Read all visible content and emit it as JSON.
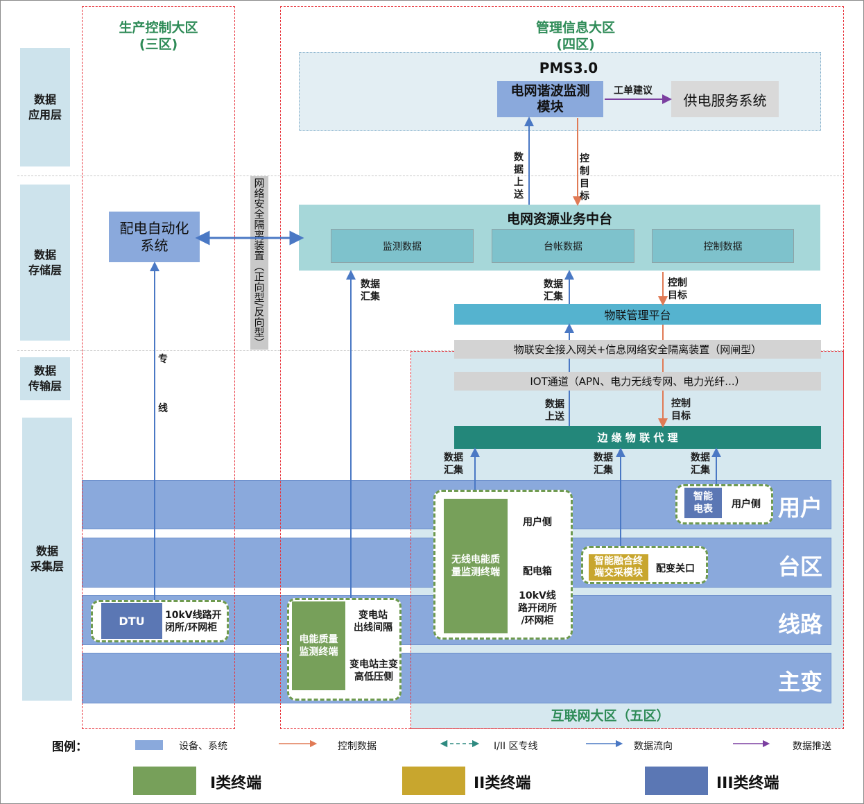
{
  "zones": {
    "production": "生产控制大区\n(三区)",
    "management": "管理信息大区\n(四区)",
    "internet": "互联网大区（五区）"
  },
  "layers": {
    "application": "数据\n应用层",
    "storage": "数据\n存储层",
    "transport": "数据\n传输层",
    "collection": "数据\n采集层"
  },
  "pms": {
    "title": "PMS3.0",
    "module": "电网谐波监测\n模块",
    "service": "供电服务系统",
    "work_order": "工单建议"
  },
  "links": {
    "data_upload": "数\n据\n上\n送",
    "control_target_v": "控\n制\n目\n标",
    "data_collect": "数据\n汇集",
    "control_target": "控制\n目标",
    "data_upload_h": "数据\n上送",
    "dedicated_line_1": "专",
    "dedicated_line_2": "线"
  },
  "platform": {
    "title": "电网资源业务中台",
    "monitor": "监测数据",
    "ledger": "台帐数据",
    "control": "控制数据",
    "iot_mgmt": "物联管理平台",
    "gateway": "物联安全接入网关+信息网络安全隔离装置（网闸型）",
    "iot_channel": "IOT通道（APN、电力无线专网、电力光纤...）",
    "edge_agent": "边 缘 物 联 代 理"
  },
  "isolation": "网络安全隔离装置（正向型/反向型）",
  "automation": "配电自动化\n系统",
  "bands": {
    "user": "用户",
    "area": "台区",
    "line": "线路",
    "transformer": "主变"
  },
  "terminals": {
    "dtu": "DTU",
    "dtu_desc": "10kV线路开\n闭所/环网柜",
    "pq": "电能质量\n监测终端",
    "pq_desc1": "变电站\n出线间隔",
    "pq_desc2": "变电站主变\n高低压侧",
    "wireless": "无线电能质\n量监测终端",
    "wireless_d1": "用户侧",
    "wireless_d2": "配电箱",
    "wireless_d3": "10kV线\n路开闭所\n/环网柜",
    "fusion": "智能融合终\n端交采模块",
    "fusion_desc": "配变关口",
    "meter": "智能\n电表",
    "meter_desc": "用户侧"
  },
  "legend": {
    "title": "图例：",
    "device": "设备、系统",
    "control": "控制数据",
    "dedicated": "I/II 区专线",
    "flow": "数据流向",
    "push": "数据推送",
    "class1": "I类终端",
    "class2": "II类终端",
    "class3": "III类终端"
  },
  "colors": {
    "zone_border": "#e8333b",
    "zone_title": "#2e8b57",
    "flow_arrow": "#4a78c4",
    "control_arrow": "#e07a55",
    "push_arrow": "#7b3fa0",
    "class1": "#77a05a",
    "class2": "#c8a62e",
    "class3": "#5b77b4"
  }
}
